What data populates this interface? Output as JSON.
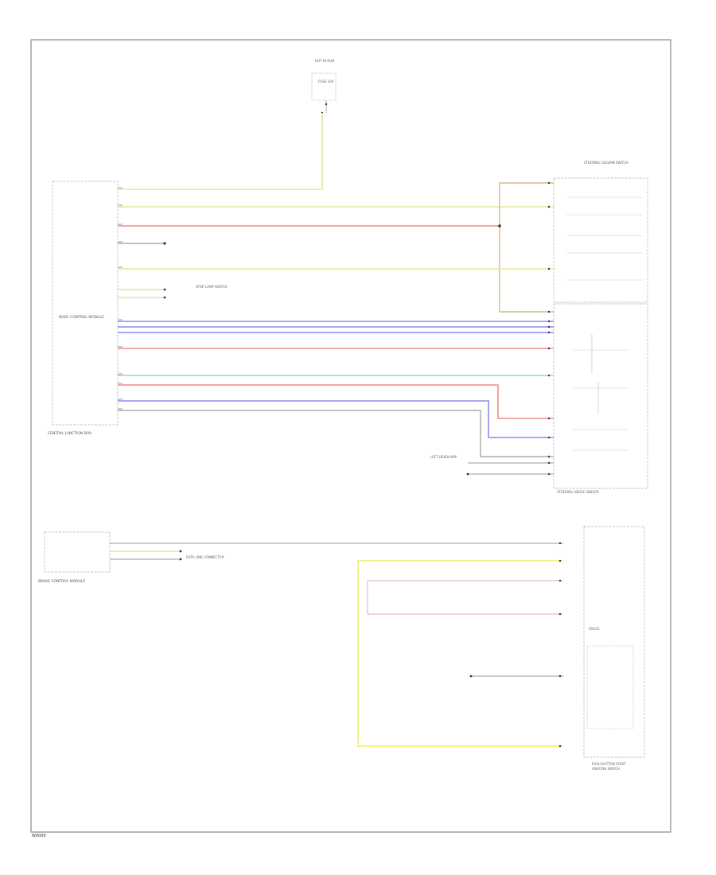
{
  "colors": {
    "frame": "#888888",
    "box": "#b0b0b0",
    "wire_gray": "#9a9a9a",
    "wire_yellow": "#e6e6a0",
    "wire_tan": "#d2bd86",
    "wire_red": "#f08a8a",
    "wire_blue": "#8c8cf2",
    "wire_green": "#98e098",
    "wire_bright_yellow": "#f2f27a",
    "wire_pink": "#e0bcd2"
  },
  "labels": {
    "top_source": "HOT IN RUN",
    "top_fuse": "FUSE 10A",
    "left_module": "BODY CONTROL MODULE",
    "left_module_sub": "CENTRAL JUNCTION BOX",
    "left_lower_module": "BRAKE CONTROL MODULE",
    "right_upper_component": "STEERING COLUMN SWITCH",
    "right_lower_component": "STEERING ANGLE SENSOR",
    "left_ground": "LEFT HEADLAMP",
    "right_group_lower": "PUSH BUTTON START",
    "right_group_lower_b": "IGNITION SWITCH",
    "connector_mid": "STOP LAMP SWITCH",
    "connector_mid2": "DATA LINK CONNECTOR",
    "lower_connector": "SPLICE",
    "footer_code": "W0000"
  }
}
